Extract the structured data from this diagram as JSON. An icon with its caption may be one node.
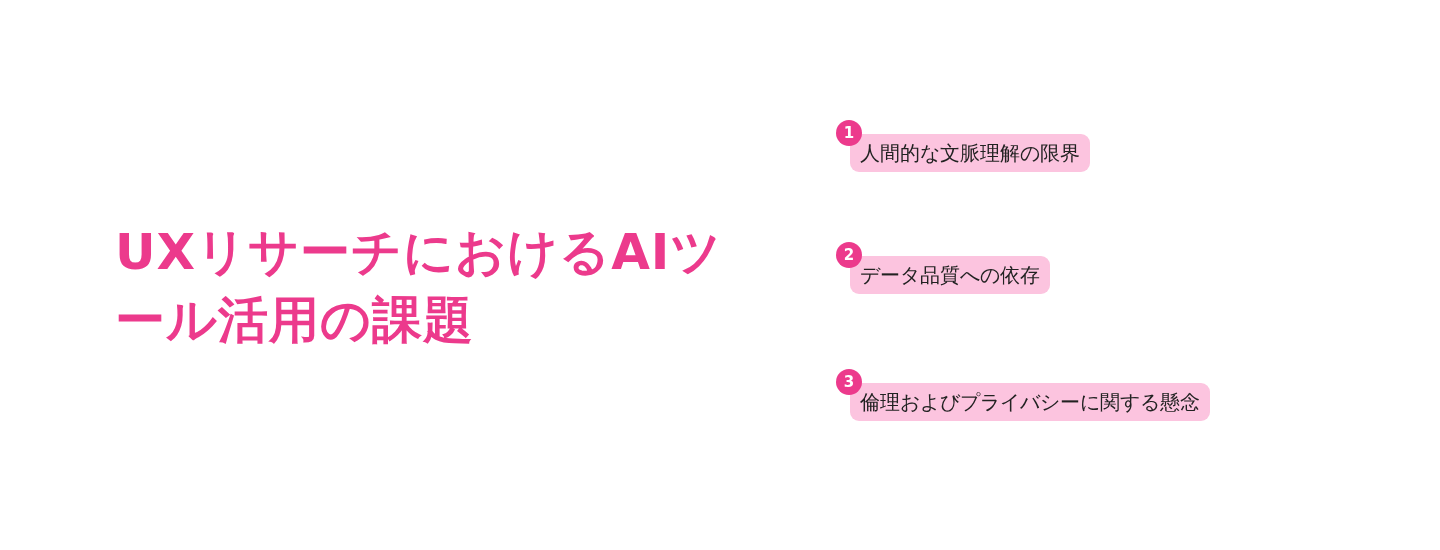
{
  "diagram": {
    "title": "UXリサーチにおけるAIツール活用**の課題**",
    "nodes": [
      {
        "text": [
          "1",
          "人間的な文脈理解の限界"
        ]
      },
      {
        "text": [
          "2",
          "データ品質への依存"
        ]
      },
      {
        "text": [
          "3",
          "倫理およびプライバシーに関する懸念"
        ]
      }
    ]
  }
}
